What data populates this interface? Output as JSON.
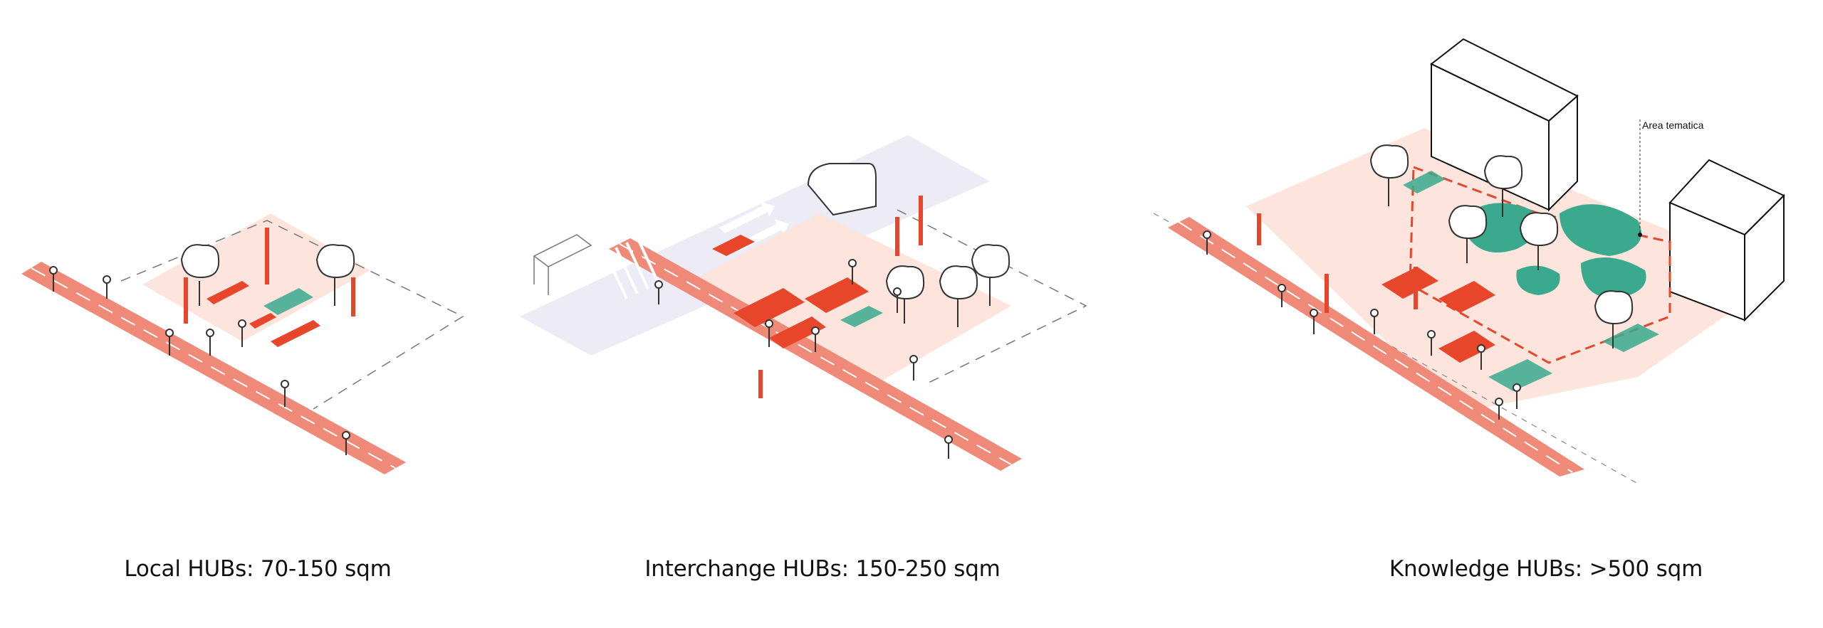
{
  "panels": [
    {
      "caption": "Local HUBs: 70-150 sqm"
    },
    {
      "caption": "Interchange HUBs: 150-250 sqm"
    },
    {
      "caption": "Knowledge HUBs: >500 sqm"
    }
  ],
  "annotations": {
    "thematic_area": "Area tematica"
  },
  "colors": {
    "accent": "#e8462a",
    "path": "#f08a78",
    "plaza": "#fde4dc",
    "vegetation": "#3aa98e",
    "road": "#ecebf6"
  }
}
